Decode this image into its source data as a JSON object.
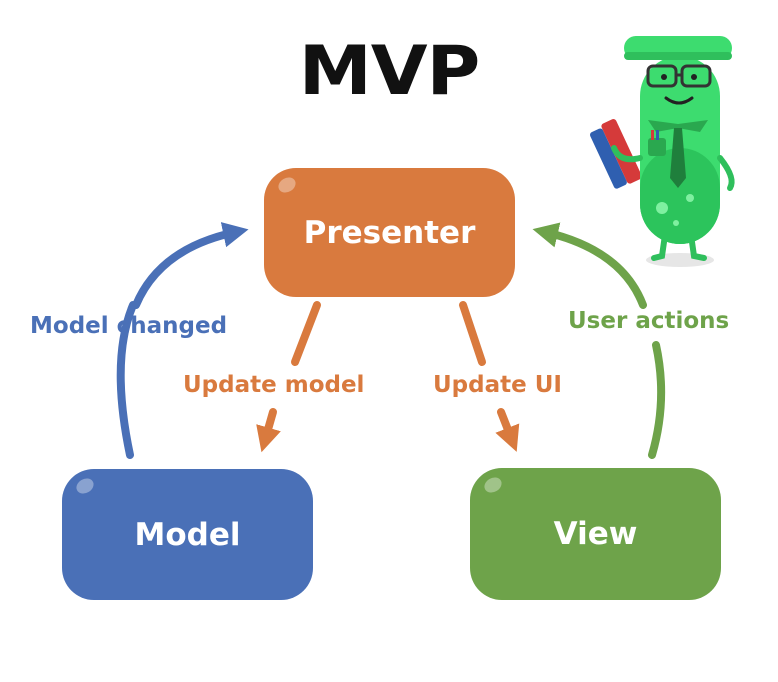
{
  "title": "MVP",
  "colors": {
    "presenter": "#d97a3e",
    "model": "#4a70b7",
    "view": "#6ea34a",
    "title": "#111111",
    "mascot": "#3ddc6f"
  },
  "nodes": {
    "presenter": "Presenter",
    "model": "Model",
    "view": "View"
  },
  "edges": {
    "model_changed": "Model changed",
    "update_model": "Update model",
    "update_ui": "Update UI",
    "user_actions": "User actions"
  },
  "mascot": {
    "icon": "test-tube-mascot-icon"
  }
}
